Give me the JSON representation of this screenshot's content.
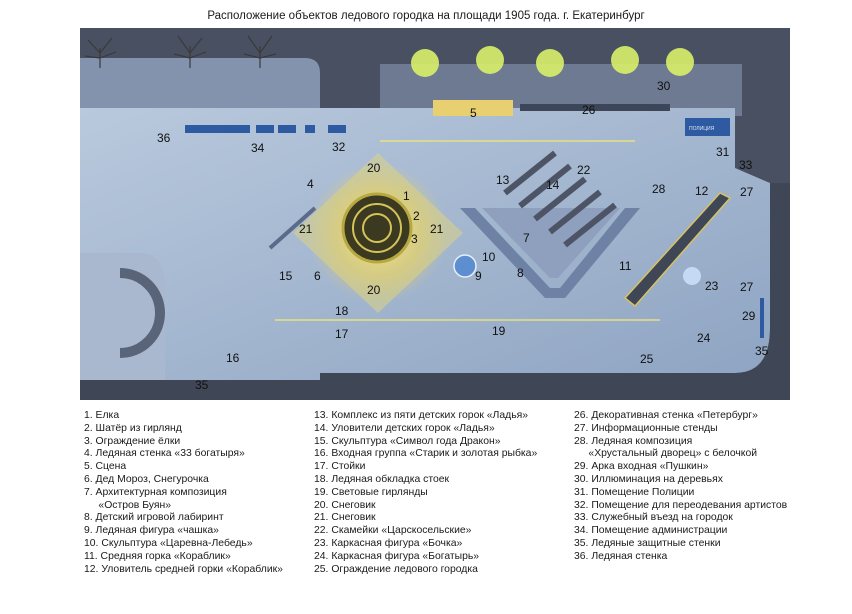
{
  "title": "Расположение объектов ледового городка на площади 1905 года. г. Екатеринбург",
  "plan_labels": {
    "police_sign": "ПОЛИЦИЯ",
    "numbers": [
      "1",
      "2",
      "3",
      "4",
      "5",
      "6",
      "7",
      "8",
      "9",
      "10",
      "11",
      "12",
      "13",
      "14",
      "15",
      "16",
      "17",
      "18",
      "19",
      "20",
      "20",
      "21",
      "21",
      "22",
      "23",
      "24",
      "25",
      "26",
      "27",
      "27",
      "28",
      "29",
      "30",
      "31",
      "32",
      "33",
      "34",
      "35",
      "35",
      "36"
    ]
  },
  "legend": {
    "col1": [
      "1. Елка",
      "2. Шатёр из гирлянд",
      "3. Ограждение ёлки",
      "4. Ледяная стенка «33 богатыря»",
      "5. Сцена",
      "6. Дед Мороз, Снегурочка",
      "7. Архитектурная композиция",
      "     «Остров Буян»",
      "8. Детский игровой лабиринт",
      "9. Ледяная фигура «чашка»",
      "10. Скульптура «Царевна-Лебедь»",
      "11. Средняя горка «Кораблик»",
      "12. Уловитель средней горки «Кораблик»"
    ],
    "col2": [
      "13. Комплекс из пяти детских горок «Ладья»",
      "14. Уловители детских горок «Ладья»",
      "15. Скульптура «Символ года Дракон»",
      "16. Входная группа «Старик и золотая рыбка»",
      "17. Стойки",
      "18. Ледяная обкладка стоек",
      "19. Световые гирлянды",
      "20. Снеговик",
      "21. Снеговик",
      "22. Скамейки «Царскосельские»",
      "23. Каркасная фигура «Бочка»",
      "24. Каркасная фигура «Богатырь»",
      "25. Ограждение ледового городка"
    ],
    "col3": [
      "26. Декоративная стенка «Петербург»",
      "27. Информационные стенды",
      "28. Ледяная композиция",
      "     «Хрустальный дворец» с белочкой",
      "29. Арка входная «Пушкин»",
      "30. Иллюминация на деревьях",
      "31. Помещение Полиции",
      "32. Помещение для переодевания артистов",
      "33. Служебный въезд на городок",
      "34. Помещение администрации",
      "35. Ледяные защитные стенки",
      "36. Ледяная стенка"
    ]
  },
  "colors": {
    "ground": "#c9d6e8",
    "road": "#4a5060",
    "water": "#6b9ac9",
    "light": "#f2e06a"
  }
}
